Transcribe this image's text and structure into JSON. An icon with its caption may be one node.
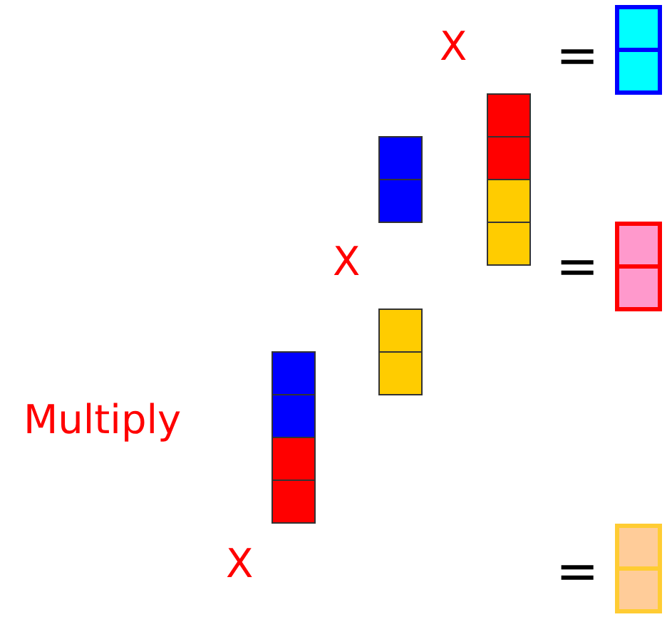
{
  "diagram": {
    "labels": [
      "X",
      "=",
      "X",
      "=",
      "Multiply",
      "X",
      "="
    ]
  }
}
